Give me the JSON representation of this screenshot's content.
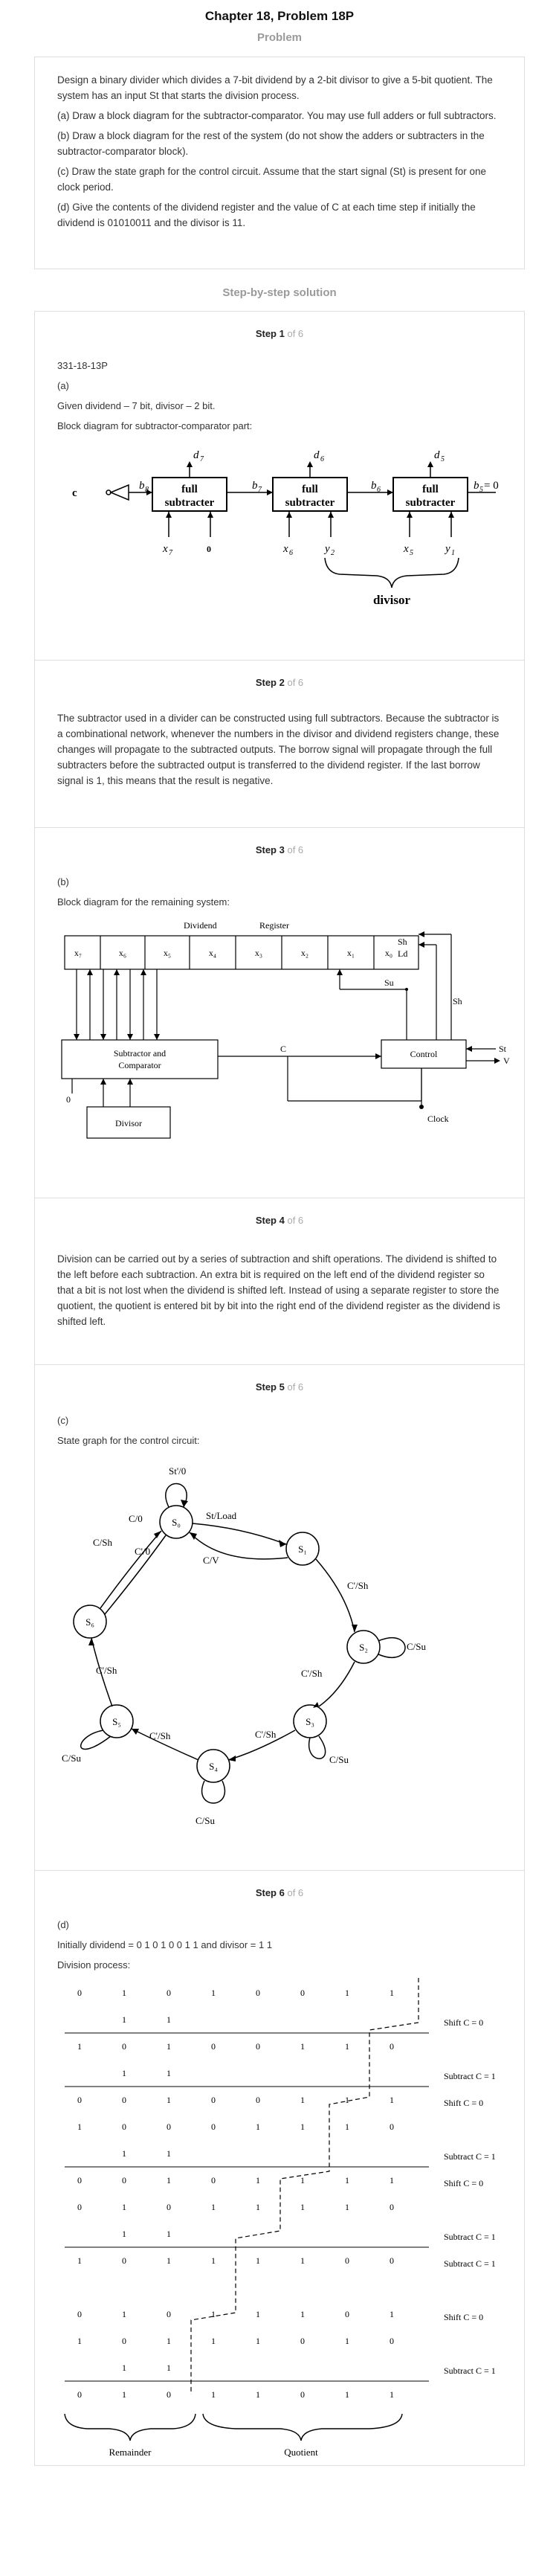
{
  "header": {
    "chapter_title": "Chapter 18, Problem 18P",
    "problem_heading": "Problem"
  },
  "problem": {
    "paragraphs": [
      "Design a binary divider which divides a 7-bit dividend by a 2-bit divisor to give a 5-bit quotient. The system has an input St that starts the division process.",
      "(a) Draw a block diagram for the subtractor-comparator. You may use full adders or full subtractors.",
      "(b) Draw a block diagram for the rest of the system (do not show the adders or subtracters in the subtractor-comparator block).",
      "(c) Draw the state graph for the control circuit. Assume that the start signal (St) is present for one clock period.",
      "(d) Give the contents of the dividend register and the value of C at each time step if initially the dividend is 01010011 and the divisor is 11."
    ]
  },
  "solution_heading": "Step-by-step solution",
  "step_total": "of 6",
  "steps": [
    {
      "title": "Step 1",
      "lines": [
        "331-18-13P",
        "(a)",
        "Given dividend – 7 bit, divisor – 2 bit.",
        "Block diagram for subtractor-comparator part:"
      ],
      "diagram": {
        "block_label_1": "full",
        "block_label_2": "subtracter",
        "d7": "d",
        "d7s": "7",
        "d6": "d",
        "d6s": "6",
        "d5": "d",
        "d5s": "5",
        "b8": "b",
        "b8s": "8",
        "b7": "b",
        "b7s": "7",
        "b6": "b",
        "b6s": "6",
        "b5": "b",
        "b5s": "5",
        "b5val": " = 0",
        "c": "c",
        "x7": "x",
        "x7s": "7",
        "zero": "0",
        "x6": "x",
        "x6s": "6",
        "y2": "y",
        "y2s": "2",
        "x5": "x",
        "x5s": "5",
        "y1": "y",
        "y1s": "1",
        "divisor": "divisor"
      }
    },
    {
      "title": "Step 2",
      "text": "The subtractor used in a divider can be constructed using full subtractors. Because the subtractor is a combinational network, whenever the numbers in the divisor and dividend registers change, these changes will propagate to the subtracted outputs. The borrow signal will propagate through the full subtracters before the subtracted output is transferred to the dividend register. If the last borrow signal is 1, this means that the result is negative."
    },
    {
      "title": "Step 3",
      "lines": [
        "(b)",
        "Block diagram for the remaining system:"
      ],
      "diagram": {
        "dividend": "Dividend",
        "register": "Register",
        "cells": [
          "x₇",
          "x₆",
          "x₅",
          "x₄",
          "x₃",
          "x₂",
          "x₁",
          "x₀"
        ],
        "sh": "Sh",
        "ld": "Ld",
        "su": "Su",
        "sh2": "Sh",
        "sub_comp_1": "Subtractor and",
        "sub_comp_2": "Comparator",
        "c": "C",
        "control": "Control",
        "st": "St",
        "v": "V",
        "clock": "Clock",
        "zero": "0",
        "divisor": "Divisor"
      }
    },
    {
      "title": "Step 4",
      "text": "Division can be carried out by a series of subtraction and shift operations. The dividend is shifted to the left before each subtraction. An extra bit is required on the left end of the dividend register so that a bit is not lost when the dividend is shifted left. Instead of using a separate register to store the quotient, the quotient is entered bit by bit into the right end of the dividend register as the dividend is shifted left."
    },
    {
      "title": "Step 5",
      "lines": [
        "(c)",
        "State graph for the control circuit:"
      ],
      "graph": {
        "states": [
          "S₀",
          "S₁",
          "S₂",
          "S₃",
          "S₄",
          "S₅",
          "S₆"
        ],
        "labels": [
          "St'/0",
          "St/Load",
          "C/0",
          "C'/0",
          "C/Sh",
          "C/V",
          "C'/Sh",
          "C/Su",
          "C'/Sh",
          "C/Su",
          "C'/Sh",
          "C/Su",
          "C'/Sh",
          "C/Su"
        ]
      }
    },
    {
      "title": "Step 6",
      "lines": [
        "(d)",
        "Initially dividend = 0 1 0 1 0 0 1 1 and divisor = 1 1",
        "Division process:"
      ],
      "division": {
        "rows": [
          {
            "bits": [
              "0",
              "1",
              "0",
              "1",
              "0",
              "0",
              "1",
              "1"
            ],
            "note": ""
          },
          {
            "bits": [
              "",
              "1",
              "1",
              "",
              "",
              "",
              "",
              ""
            ],
            "note": "Shift C = 0"
          },
          {
            "bits": [
              "1",
              "0",
              "1",
              "0",
              "0",
              "1",
              "1",
              "0"
            ],
            "note": ""
          },
          {
            "bits": [
              "",
              "1",
              "1",
              "",
              "",
              "",
              "",
              ""
            ],
            "note": "Subtract C = 1"
          },
          {
            "bits": [
              "0",
              "0",
              "1",
              "0",
              "0",
              "1",
              "1",
              "1"
            ],
            "note": "Shift C = 0"
          },
          {
            "bits": [
              "1",
              "0",
              "0",
              "0",
              "1",
              "1",
              "1",
              "0"
            ],
            "note": ""
          },
          {
            "bits": [
              "",
              "1",
              "1",
              "",
              "",
              "",
              "",
              ""
            ],
            "note": "Subtract C = 1"
          },
          {
            "bits": [
              "0",
              "0",
              "1",
              "0",
              "1",
              "1",
              "1",
              "1"
            ],
            "note": "Shift C = 0"
          },
          {
            "bits": [
              "0",
              "1",
              "0",
              "1",
              "1",
              "1",
              "1",
              "0"
            ],
            "note": ""
          },
          {
            "bits": [
              "",
              "1",
              "1",
              "",
              "",
              "",
              "",
              ""
            ],
            "note": "Subtract C = 1"
          },
          {
            "bits": [
              "1",
              "0",
              "1",
              "1",
              "1",
              "1",
              "0",
              "0"
            ],
            "note": "Subtract C = 1"
          },
          {
            "bits": [
              "",
              "",
              "",
              "",
              "",
              "",
              "",
              ""
            ],
            "note": ""
          },
          {
            "bits": [
              "0",
              "1",
              "0",
              "1",
              "1",
              "1",
              "0",
              "1"
            ],
            "note": "Shift C = 0"
          },
          {
            "bits": [
              "1",
              "0",
              "1",
              "1",
              "1",
              "0",
              "1",
              "0"
            ],
            "note": ""
          },
          {
            "bits": [
              "",
              "1",
              "1",
              "",
              "",
              "",
              "",
              ""
            ],
            "note": "Subtract C = 1"
          },
          {
            "bits": [
              "0",
              "1",
              "0",
              "1",
              "1",
              "0",
              "1",
              "1"
            ],
            "note": ""
          }
        ],
        "remainder": "Remainder",
        "quotient": "Quotient"
      }
    }
  ]
}
